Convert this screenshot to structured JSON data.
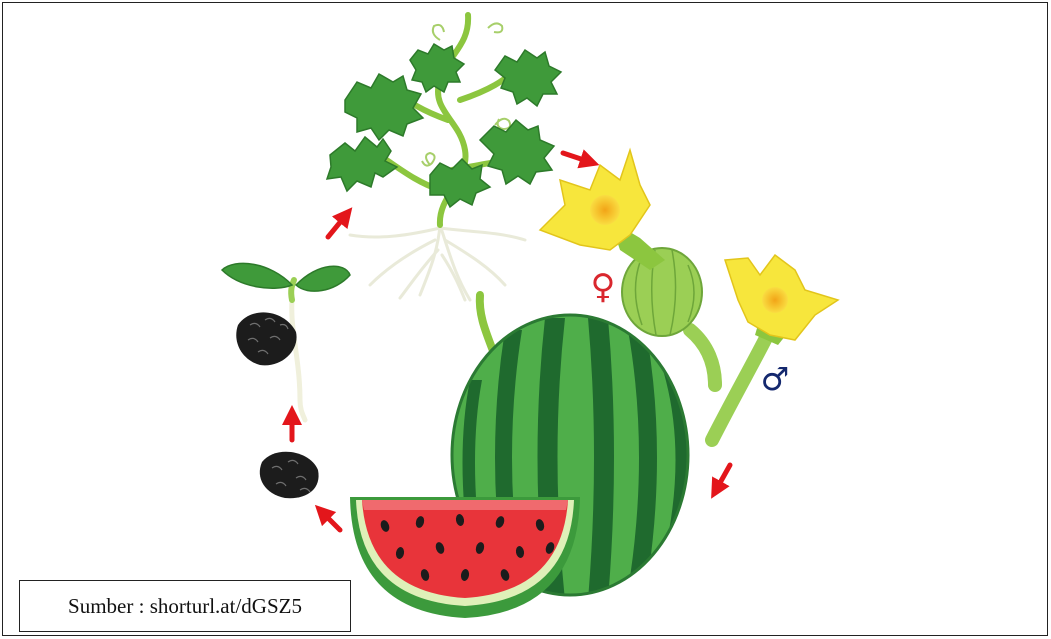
{
  "source_caption": "Sumber : shorturl.at/dGSZ5",
  "female_symbol": "♀",
  "male_symbol": "♂",
  "colors": {
    "arrow": "#e3161b",
    "female_symbol": "#d9272e",
    "male_symbol": "#14286e",
    "leaf": "#3f9a3a",
    "flower_petal": "#f7e63c",
    "melon_rind_dark": "#1f6a2e",
    "melon_rind_light": "#4fae4a",
    "melon_flesh": "#e8343a",
    "seed": "#1c1c1c"
  },
  "stages": [
    {
      "id": "seed",
      "icon": "seed-icon"
    },
    {
      "id": "germinating-seed",
      "icon": "sprouting-seed-icon"
    },
    {
      "id": "seedling",
      "icon": "seedling-icon"
    },
    {
      "id": "mature-plant",
      "icon": "vine-plant-icon"
    },
    {
      "id": "female-flower",
      "icon": "female-flower-icon"
    },
    {
      "id": "male-flower",
      "icon": "male-flower-icon"
    },
    {
      "id": "fruit",
      "icon": "watermelon-icon"
    }
  ]
}
